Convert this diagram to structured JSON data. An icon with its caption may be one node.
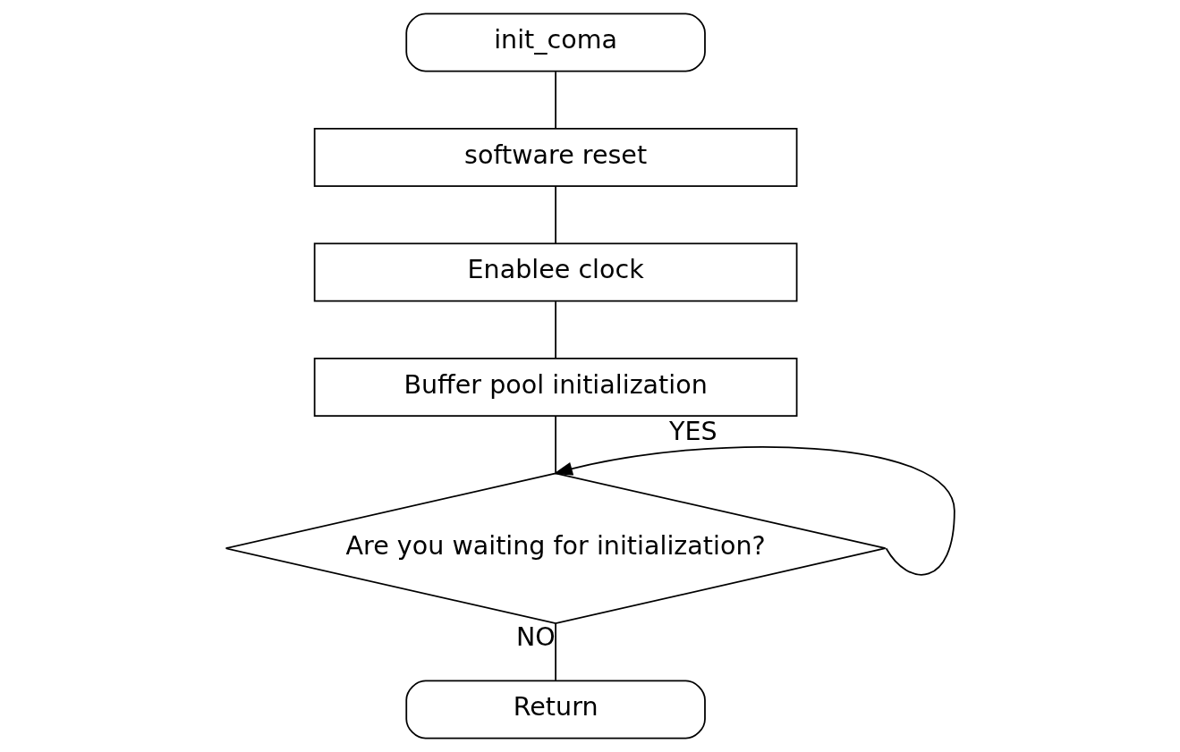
{
  "diagram": {
    "nodes": [
      {
        "text": [
          "init_coma"
        ]
      },
      {
        "text": [
          "software reset"
        ]
      },
      {
        "text": [
          "Enablee clock"
        ]
      },
      {
        "text": [
          "Buffer pool initialization"
        ]
      },
      {
        "text": [
          "Are you waiting for initialization?"
        ]
      },
      {
        "text": [
          "Return"
        ]
      }
    ],
    "edges": [
      {
        "from": 0,
        "to": 1,
        "arrow": "none"
      },
      {
        "from": 1,
        "to": 2,
        "arrow": "none"
      },
      {
        "from": 2,
        "to": 3,
        "arrow": "none"
      },
      {
        "from": 3,
        "to": 4,
        "arrow": "none"
      },
      {
        "from": 4,
        "to": 4,
        "arrow": "to",
        "label": "YES"
      },
      {
        "from": 4,
        "to": 5,
        "arrow": "none",
        "label": "NO"
      }
    ]
  }
}
